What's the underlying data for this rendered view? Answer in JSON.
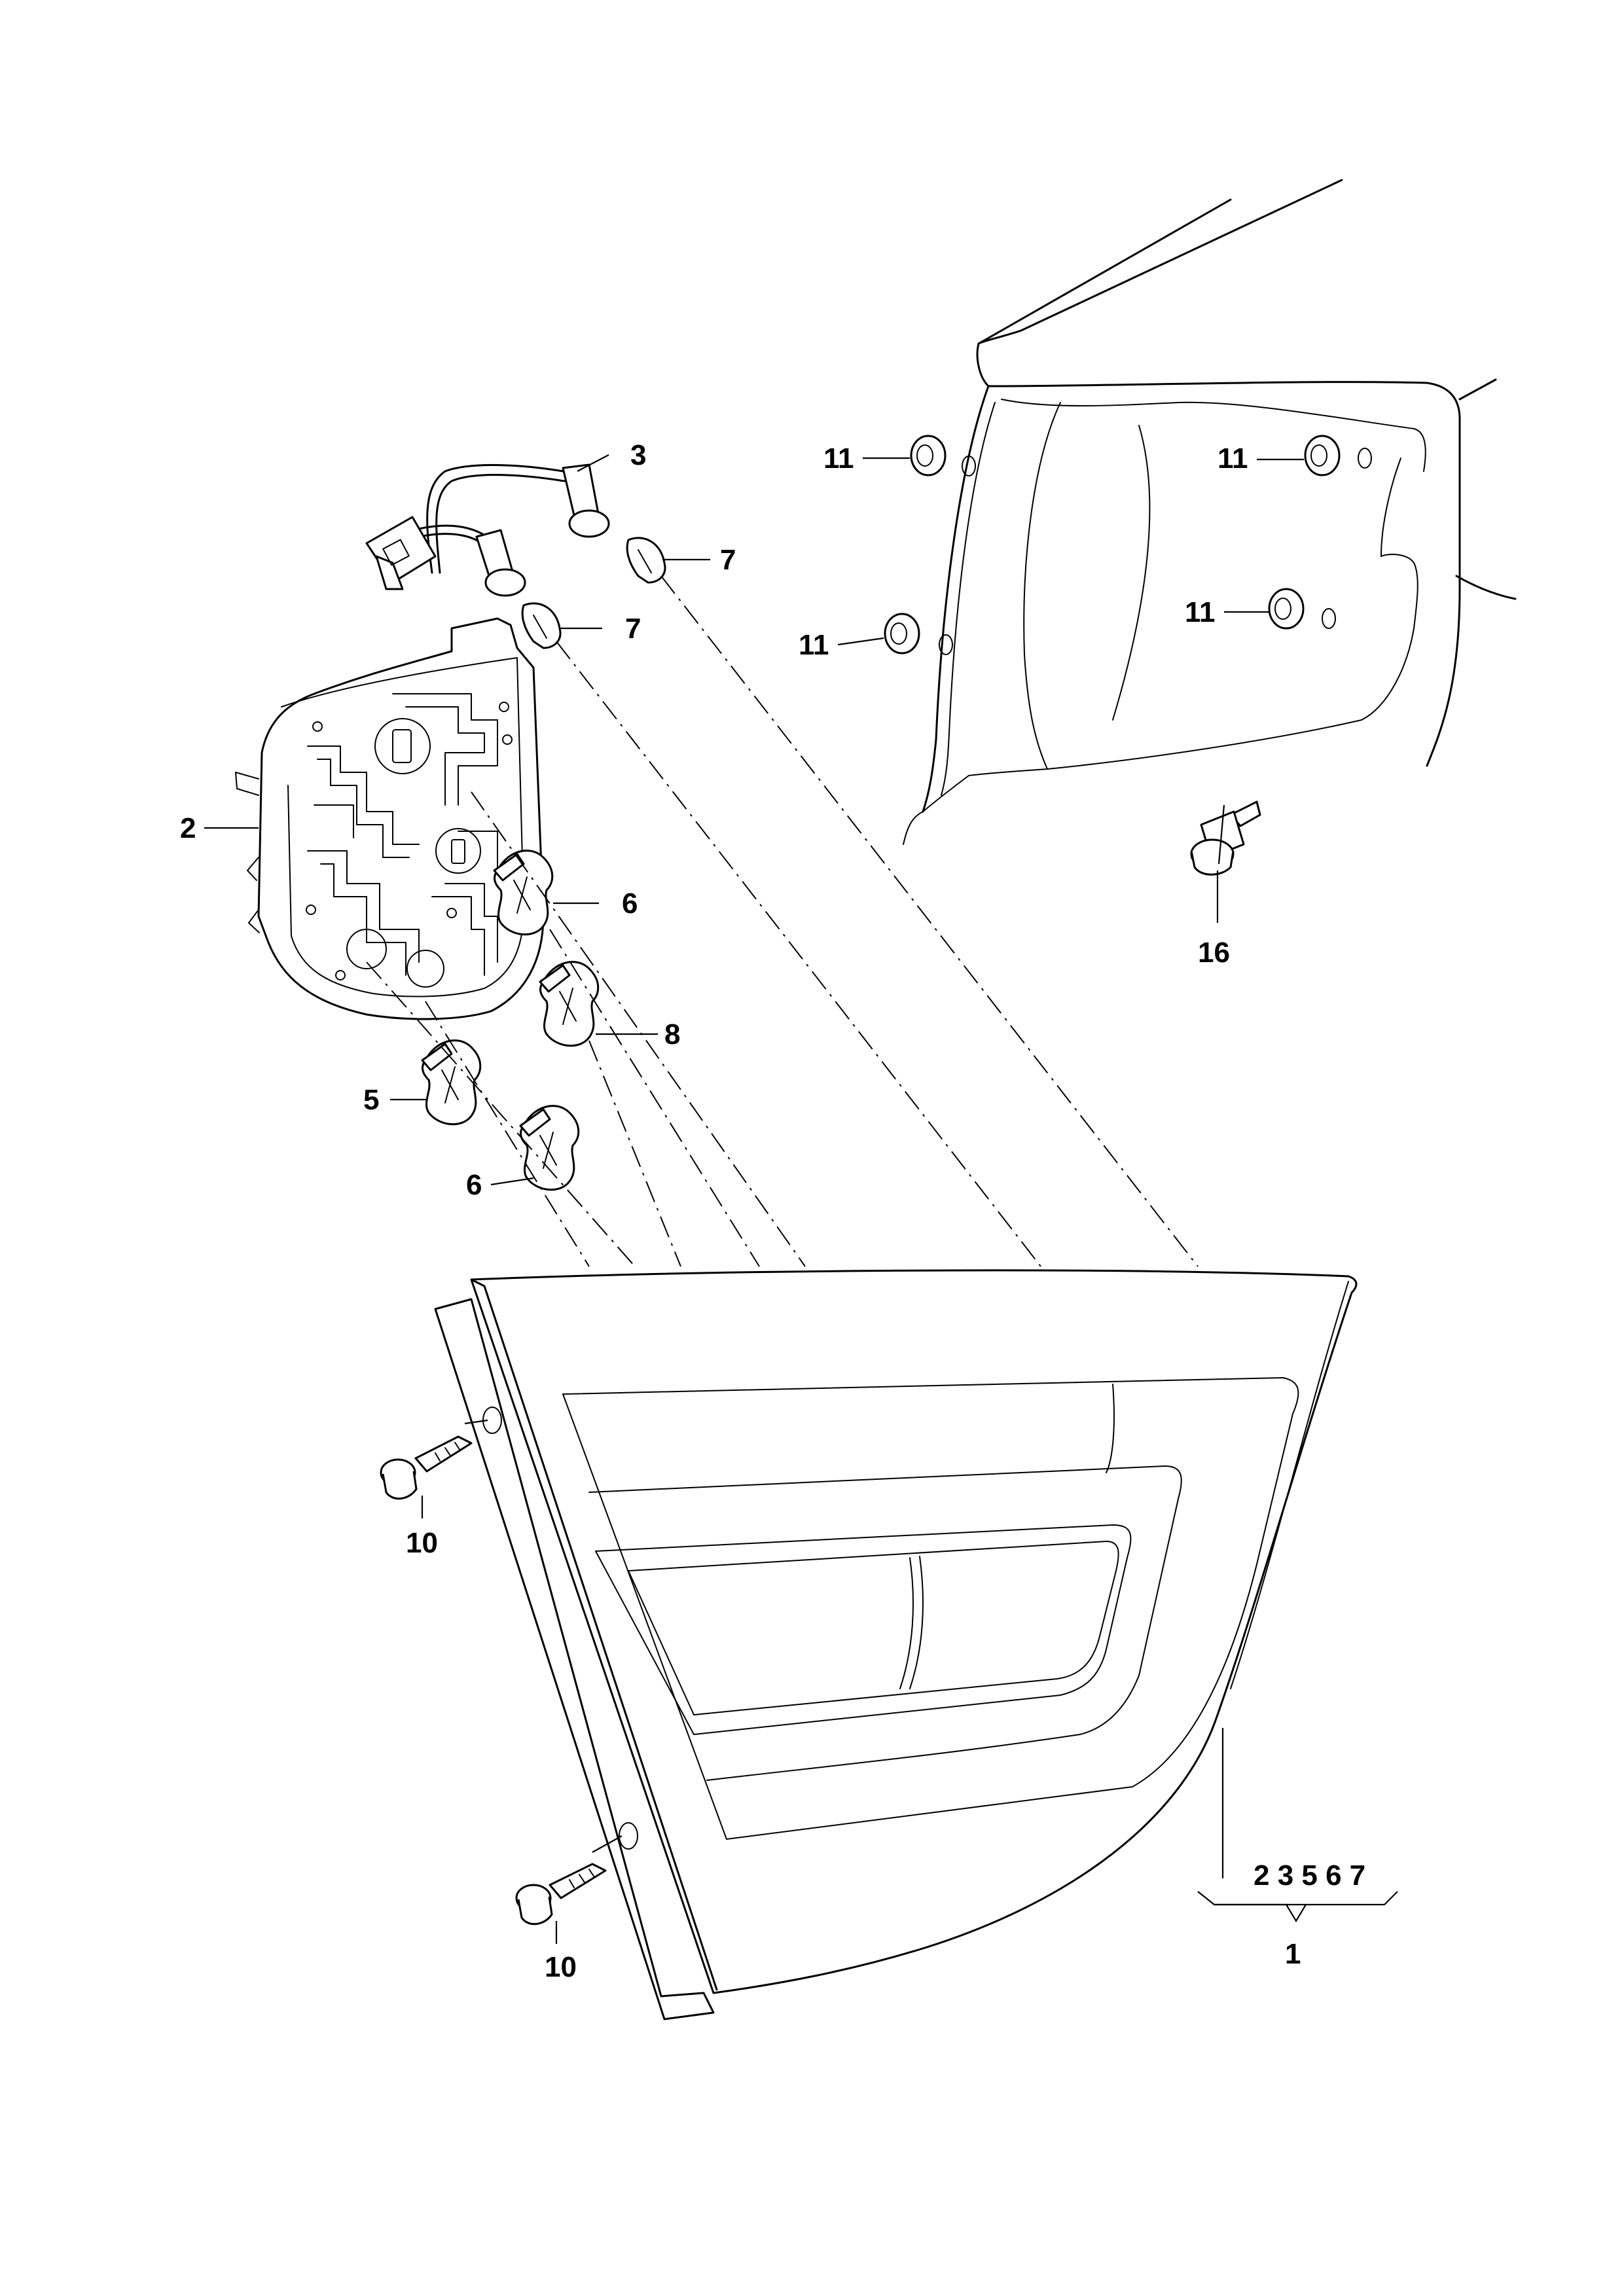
{
  "labels": {
    "part_1": "1",
    "part_2": "2",
    "part_3": "3",
    "part_5": "5",
    "part_6_upper": "6",
    "part_6_lower": "6",
    "part_7_upper": "7",
    "part_7_lower": "7",
    "part_8": "8",
    "part_10_upper": "10",
    "part_10_lower": "10",
    "part_11_a": "11",
    "part_11_b": "11",
    "part_11_c": "11",
    "part_11_d": "11",
    "part_16": "16",
    "group_1_contents": "2 3 5 6 7"
  },
  "colors": {
    "line": "#000000",
    "background": "#ffffff"
  }
}
